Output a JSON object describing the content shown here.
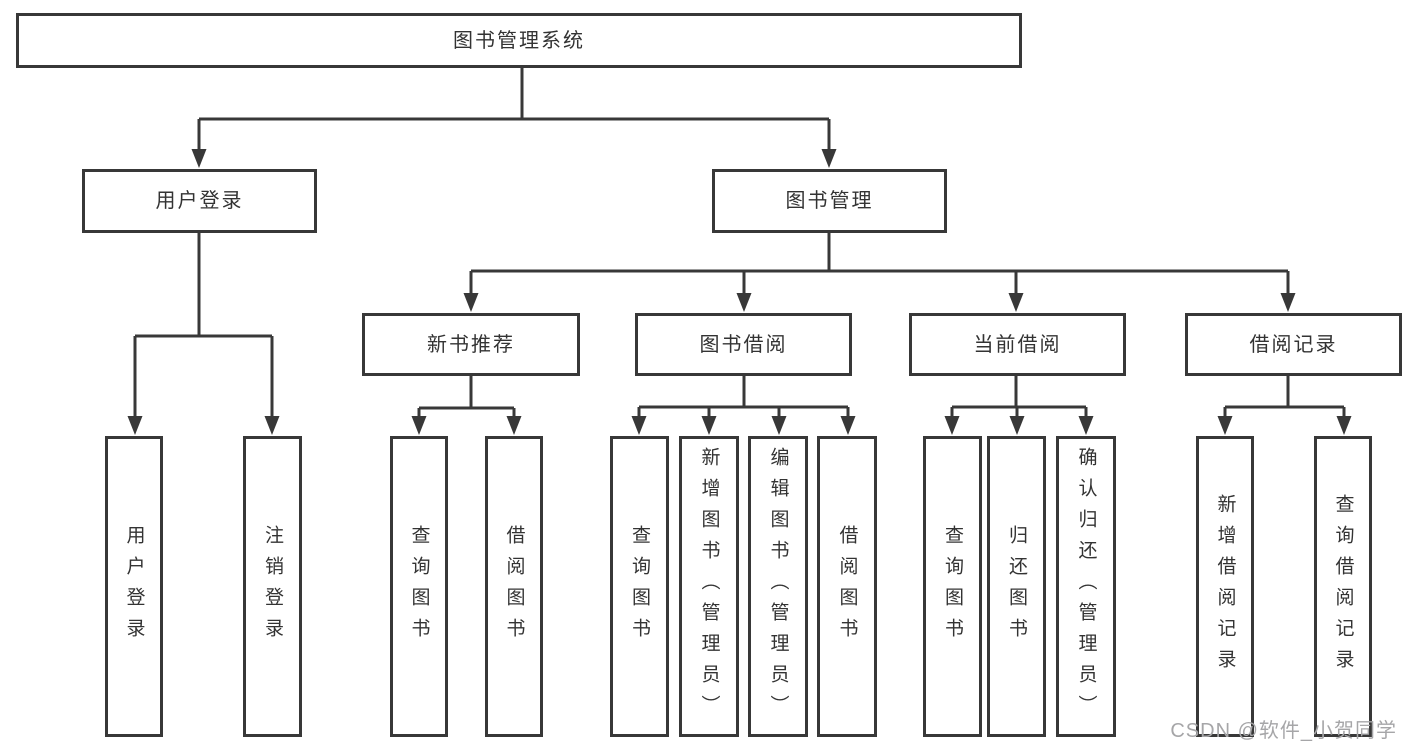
{
  "diagram": {
    "nodes": {
      "root": "图书管理系统",
      "user_login": "用户登录",
      "book_mgmt": "图书管理",
      "new_book_rec": "新书推荐",
      "book_borrow": "图书借阅",
      "current_borrow": "当前借阅",
      "borrow_records": "借阅记录",
      "leaf_user_login": "用户登录",
      "leaf_logout": "注销登录",
      "leaf_query_book_rec": "查询图书",
      "leaf_borrow_book_rec": "借阅图书",
      "leaf_query_book_borrow": "查询图书",
      "leaf_add_book_admin": "新增图书（管理员）",
      "leaf_edit_book_admin": "编辑图书（管理员）",
      "leaf_borrow_book_borrow": "借阅图书",
      "leaf_query_book_current": "查询图书",
      "leaf_return_book": "归还图书",
      "leaf_confirm_return_admin": "确认归还（管理员）",
      "leaf_add_borrow_record": "新增借阅记录",
      "leaf_query_borrow_record": "查询借阅记录"
    },
    "line_color": "#383838",
    "watermark": "CSDN @软件_小贺同学"
  }
}
